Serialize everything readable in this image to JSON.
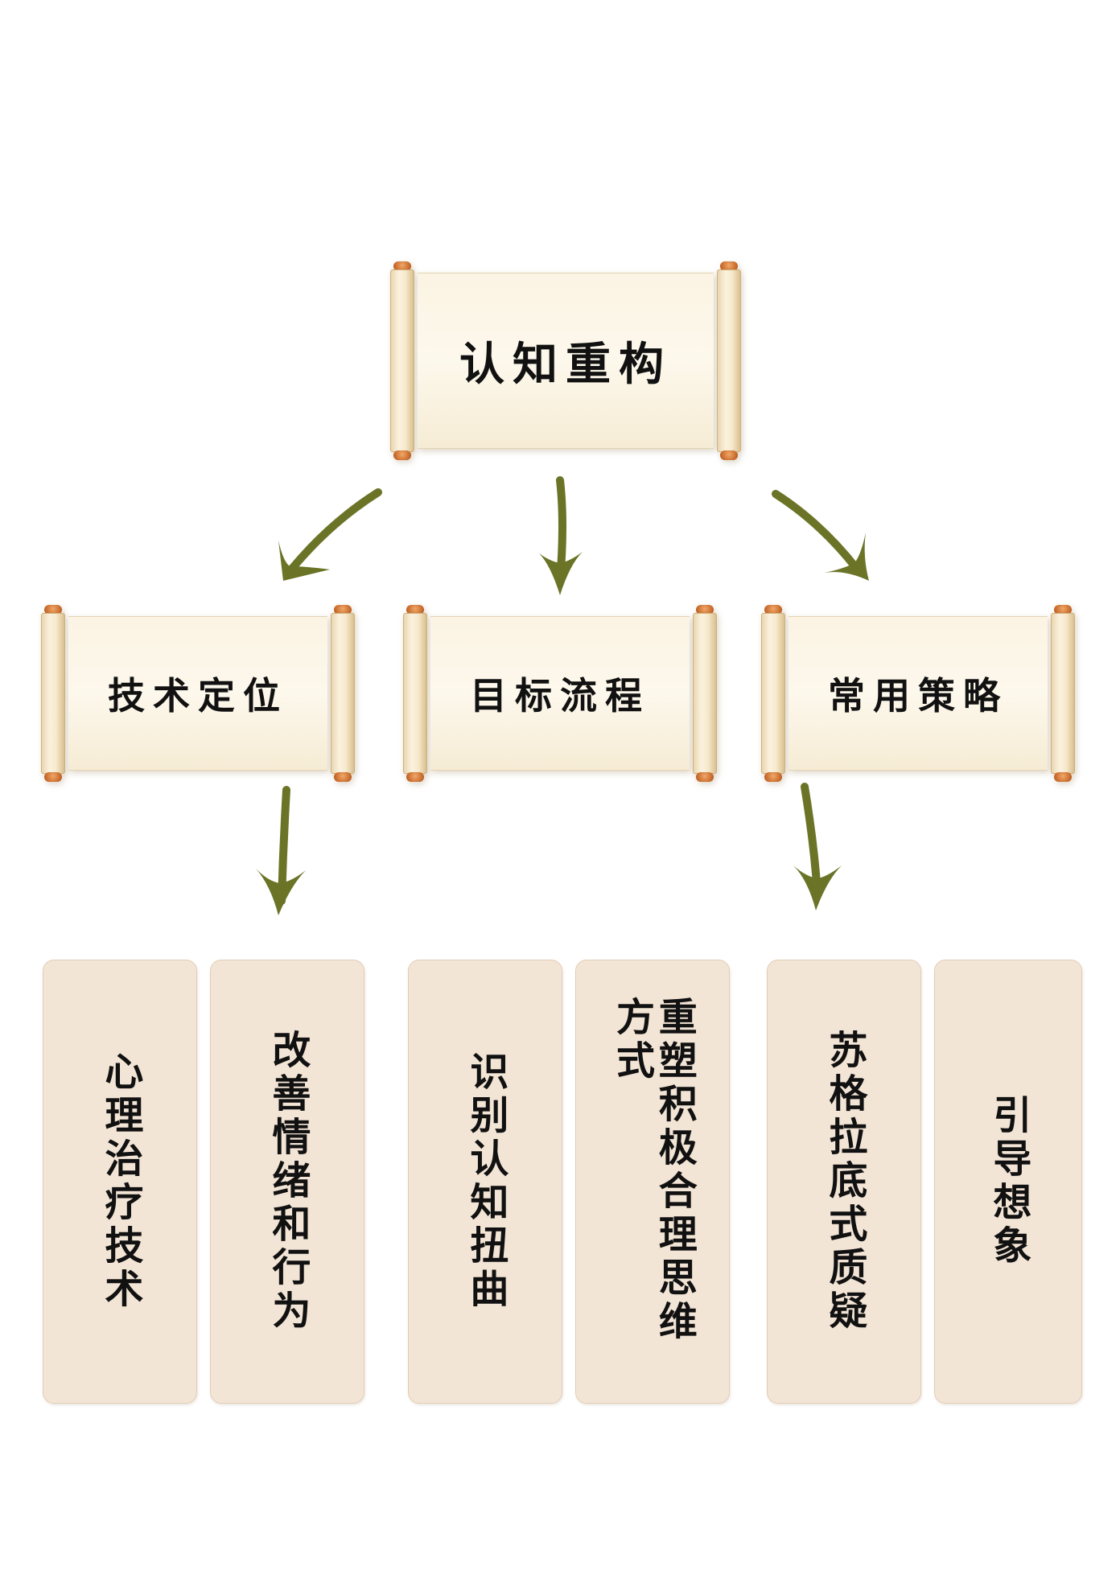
{
  "diagram": {
    "root": {
      "label": "认知重构"
    },
    "branches": [
      {
        "label": "技术定位"
      },
      {
        "label": "目标流程"
      },
      {
        "label": "常用策略"
      }
    ],
    "leaves": [
      {
        "label": "心理治疗技术"
      },
      {
        "label": "改善情绪和行为"
      },
      {
        "label": "识别认知扭曲"
      },
      {
        "label": "重塑积极合理思维方式"
      },
      {
        "label": "苏格拉底式质疑"
      },
      {
        "label": "引导想象"
      }
    ]
  },
  "colors": {
    "arrow": "#6b7426",
    "card": "#f3e5d6",
    "scroll_paper": "#fbf4e4",
    "scroll_cap": "#c86a2c"
  }
}
